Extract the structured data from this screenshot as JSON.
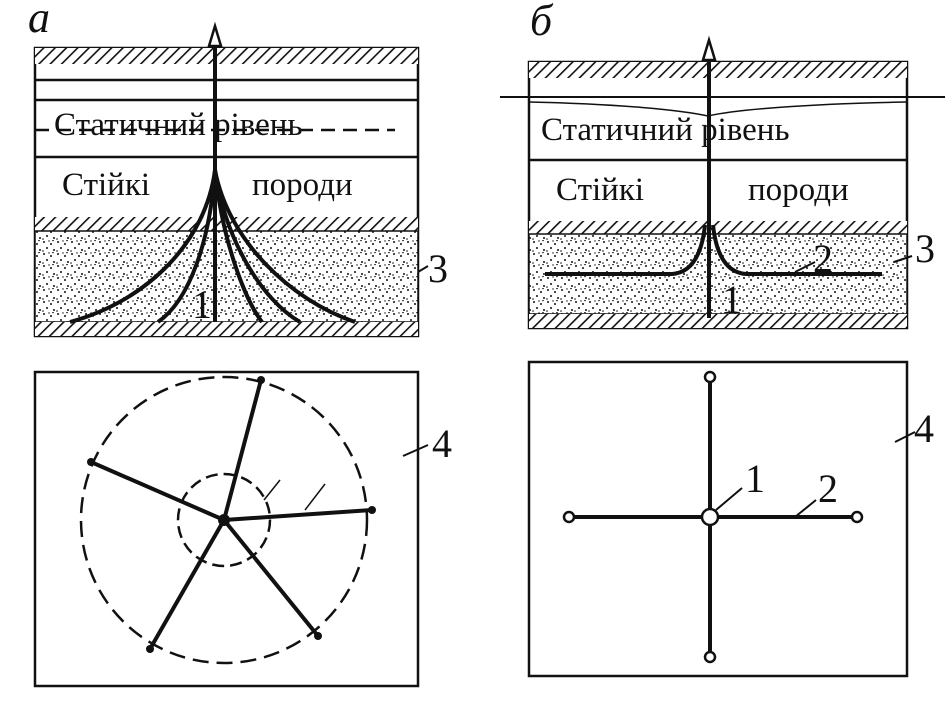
{
  "panels": {
    "a": {
      "title": "а",
      "section": {
        "static_level": "Статичний рівень",
        "rock_left": "Стійкі",
        "rock_right": "породи",
        "label_1": "1",
        "label_3": "3"
      },
      "plan": {
        "label_4": "4"
      }
    },
    "b": {
      "title": "б",
      "section": {
        "static_level": "Статичний рівень",
        "rock_left": "Стійкі",
        "rock_right": "породи",
        "label_1": "1",
        "label_2": "2",
        "label_3": "3"
      },
      "plan": {
        "label_1": "1",
        "label_2": "2",
        "label_4": "4"
      }
    }
  },
  "colors": {
    "ink": "#111111",
    "paper": "#ffffff"
  }
}
